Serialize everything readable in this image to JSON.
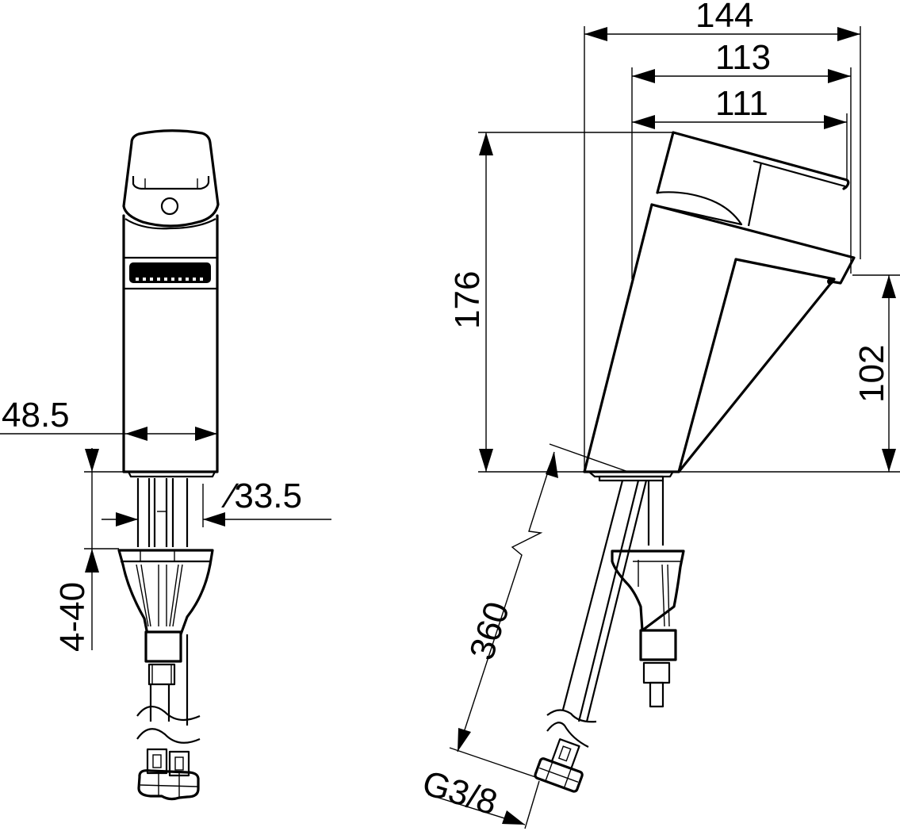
{
  "title": "Single-lever basin mixer technical drawing",
  "front_view": {
    "dimensions": {
      "body_width": "48.5",
      "shank_diameter": "∕33.5",
      "counter_thickness": "4-40"
    }
  },
  "side_view": {
    "dimensions": {
      "total_depth": "144",
      "spout_reach_outer": "113",
      "spout_reach_inner": "111",
      "total_height": "176",
      "spout_height": "102",
      "hose_length": "360",
      "connection_thread": "G3/8"
    }
  },
  "colors": {
    "line": "#000000",
    "background": "#ffffff"
  }
}
